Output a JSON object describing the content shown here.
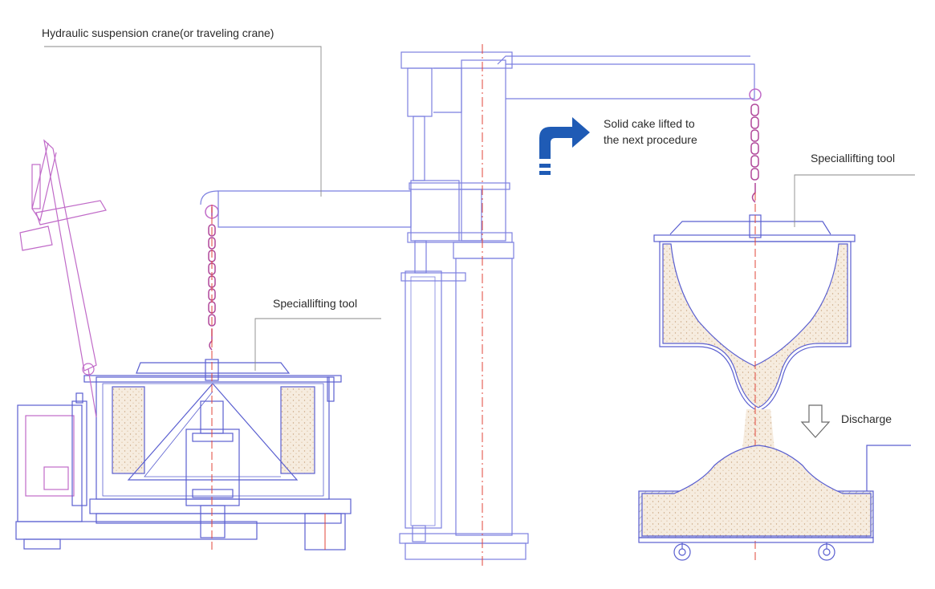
{
  "labels": {
    "crane": "Hydraulic suspension crane(or traveling crane)",
    "tool_left": "Speciallifting tool",
    "lifted_line1": "Solid cake lifted to",
    "lifted_line2": "the next procedure",
    "tool_right": "Speciallifting tool",
    "discharge": "Discharge"
  },
  "colors": {
    "outline": "#5a5fd0",
    "frame": "#7b7fe0",
    "magenta": "#c06ac8",
    "chain": "#b0479a",
    "centerline": "#e0443a",
    "arrow": "#1f5bb5",
    "leader": "#8a8a8a",
    "powder": "#f3e7d6",
    "hatch": "#9b9b9b"
  },
  "icons": {
    "lift_arrow": "curved-arrow-up-right-icon",
    "discharge_arrow": "down-arrow-icon"
  }
}
